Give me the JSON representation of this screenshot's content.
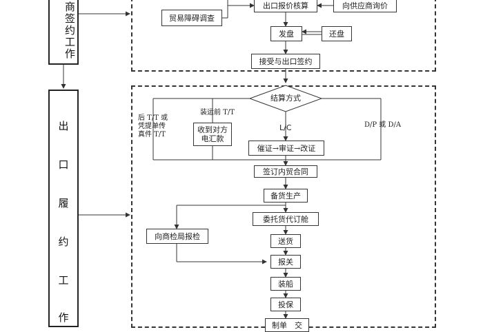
{
  "left_panel": {
    "top_label": "商签约工作",
    "bottom_chars": [
      "出",
      "口",
      "履",
      "约",
      "工",
      "作"
    ]
  },
  "top_section": {
    "trade_barrier": "贸易障碍调查",
    "export_cost": "出口报价核算",
    "supplier_quote": "向供应商询价",
    "offer": "发盘",
    "counter_offer": "还盘",
    "accept_sign": "接受与出口签约"
  },
  "bottom_section": {
    "settlement": "结算方式",
    "left_tt_label": "后 T/T 或\n凭提单传\n真件 T/T",
    "pre_tt_label": "装运前 T/T",
    "receive_payment": "收到对方\n电汇款",
    "lc_label": "L/C",
    "dpda_label": "D/P 或 D/A",
    "lc_process": "催证→审证→改证",
    "domestic_contract": "签订内贸合同",
    "prepare_goods": "备货生产",
    "book_ship": "委托货代订舱",
    "inspection": "向商检局报检",
    "deliver": "送货",
    "customs": "报关",
    "load": "装船",
    "insurance": "投保",
    "last_partial": "制单　交"
  }
}
